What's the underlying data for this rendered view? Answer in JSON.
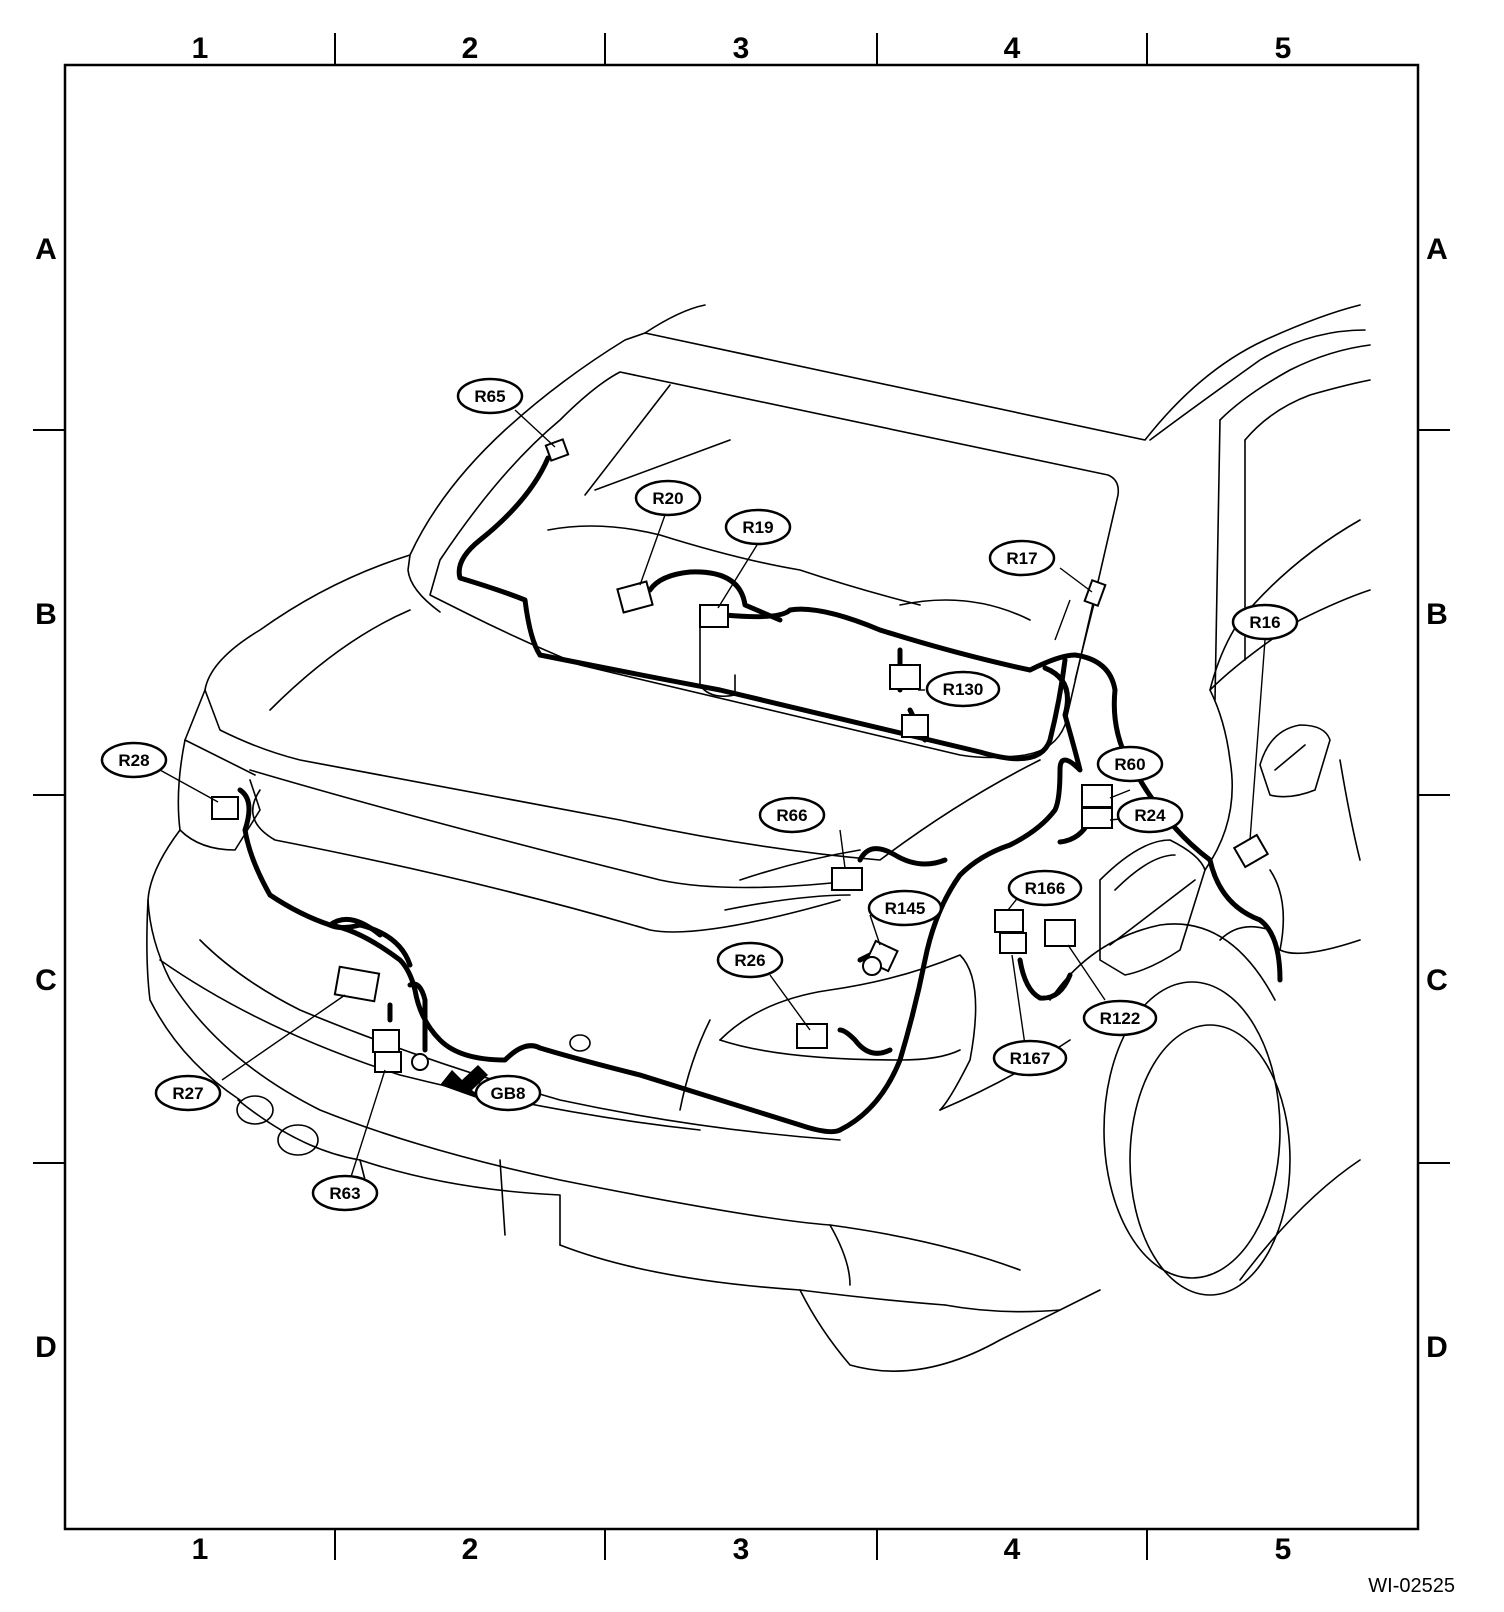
{
  "grid": {
    "columns": [
      "1",
      "2",
      "3",
      "4",
      "5"
    ],
    "rows": [
      "A",
      "B",
      "C",
      "D"
    ]
  },
  "connectors": [
    {
      "id": "r65",
      "label": "R65"
    },
    {
      "id": "r20",
      "label": "R20"
    },
    {
      "id": "r19",
      "label": "R19"
    },
    {
      "id": "r17",
      "label": "R17"
    },
    {
      "id": "r16",
      "label": "R16"
    },
    {
      "id": "r130",
      "label": "R130"
    },
    {
      "id": "r28",
      "label": "R28"
    },
    {
      "id": "r60",
      "label": "R60"
    },
    {
      "id": "r24",
      "label": "R24"
    },
    {
      "id": "r66",
      "label": "R66"
    },
    {
      "id": "r166",
      "label": "R166"
    },
    {
      "id": "r145",
      "label": "R145"
    },
    {
      "id": "r26",
      "label": "R26"
    },
    {
      "id": "r122",
      "label": "R122"
    },
    {
      "id": "r167",
      "label": "R167"
    },
    {
      "id": "r27",
      "label": "R27"
    },
    {
      "id": "gb8",
      "label": "GB8"
    },
    {
      "id": "r63",
      "label": "R63"
    }
  ],
  "figure_code": "WI-02525"
}
